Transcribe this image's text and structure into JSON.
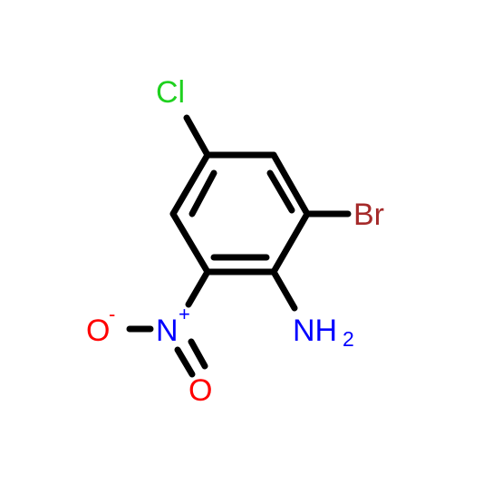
{
  "molecule": {
    "atoms": {
      "chlorine": {
        "symbol": "Cl",
        "color": "#1fd11f"
      },
      "bromine": {
        "symbol": "Br",
        "color": "#a52a2a"
      },
      "amine": {
        "symbol": "NH",
        "subscript": "2",
        "color": "#0000ff"
      },
      "nitro_nitrogen": {
        "symbol": "N",
        "charge": "+",
        "color": "#0000ff"
      },
      "nitro_oxygen_minus": {
        "symbol": "O",
        "charge": "-",
        "color": "#ff0000"
      },
      "nitro_oxygen_double": {
        "symbol": "O",
        "color": "#ff0000"
      }
    },
    "bond_color": "#000000"
  }
}
